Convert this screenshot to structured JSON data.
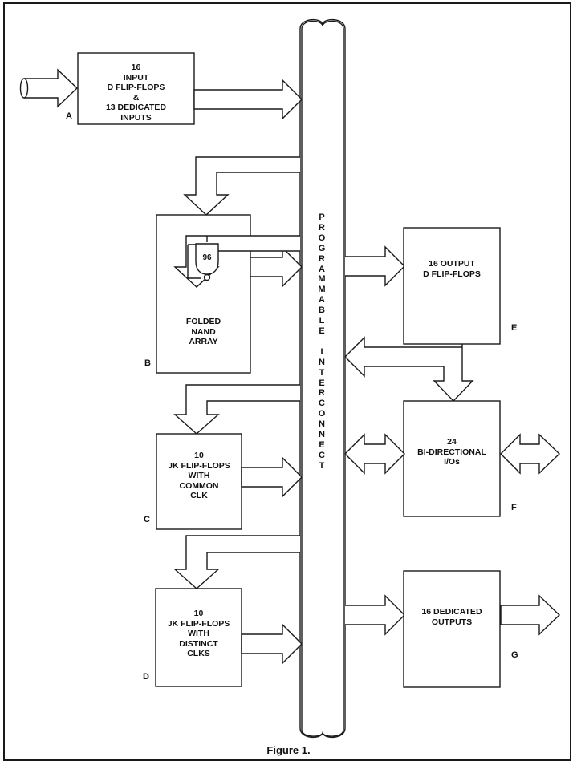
{
  "blocks": {
    "a": {
      "label": "16\nINPUT\nD FLIP-FLOPS\n&\n13 DEDICATED\nINPUTS",
      "tag": "A"
    },
    "b": {
      "gate_value": "96",
      "label": "FOLDED\nNAND\nARRAY",
      "tag": "B"
    },
    "c": {
      "label": "10\nJK FLIP-FLOPS\nWITH\nCOMMON\nCLK",
      "tag": "C"
    },
    "d": {
      "label": "10\nJK FLIP-FLOPS\nWITH\nDISTINCT\nCLKS",
      "tag": "D"
    },
    "e": {
      "label": "16 OUTPUT\nD FLIP-FLOPS",
      "tag": "E"
    },
    "f": {
      "label": "24\nBI-DIRECTIONAL\nI/Os",
      "tag": "F"
    },
    "g": {
      "label": "16 DEDICATED\nOUTPUTS",
      "tag": "G"
    }
  },
  "bus": {
    "label": "PROGRAMMABLE INTERCONNECT"
  },
  "caption": "Figure 1."
}
